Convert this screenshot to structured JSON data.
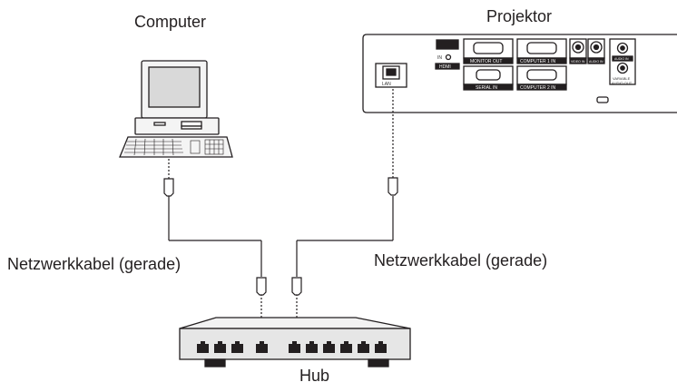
{
  "labels": {
    "computer": "Computer",
    "projector": "Projektor",
    "cable_left": "Netzwerkkabel (gerade)",
    "cable_right": "Netzwerkkabel (gerade)",
    "hub": "Hub"
  },
  "projector_panel": {
    "hdmi": "HDMI",
    "in": "IN",
    "lan": "LAN",
    "monitor_out": "MONITOR OUT",
    "computer1_in": "COMPUTER 1 IN",
    "video_in": "VIDEO IN",
    "audio_in": "AUDIO IN",
    "audio_in2": "AUDIO IN",
    "serial_in": "SERIAL IN",
    "computer2_in": "COMPUTER 2 IN",
    "variable_audio_out_1": "VARIABLE",
    "variable_audio_out_2": "AUDIO OUT"
  },
  "colors": {
    "line": "#231f20",
    "device_fill": "#f4f4f4",
    "hub_fill": "#e6e6e6",
    "port_fill": "#231f20"
  }
}
